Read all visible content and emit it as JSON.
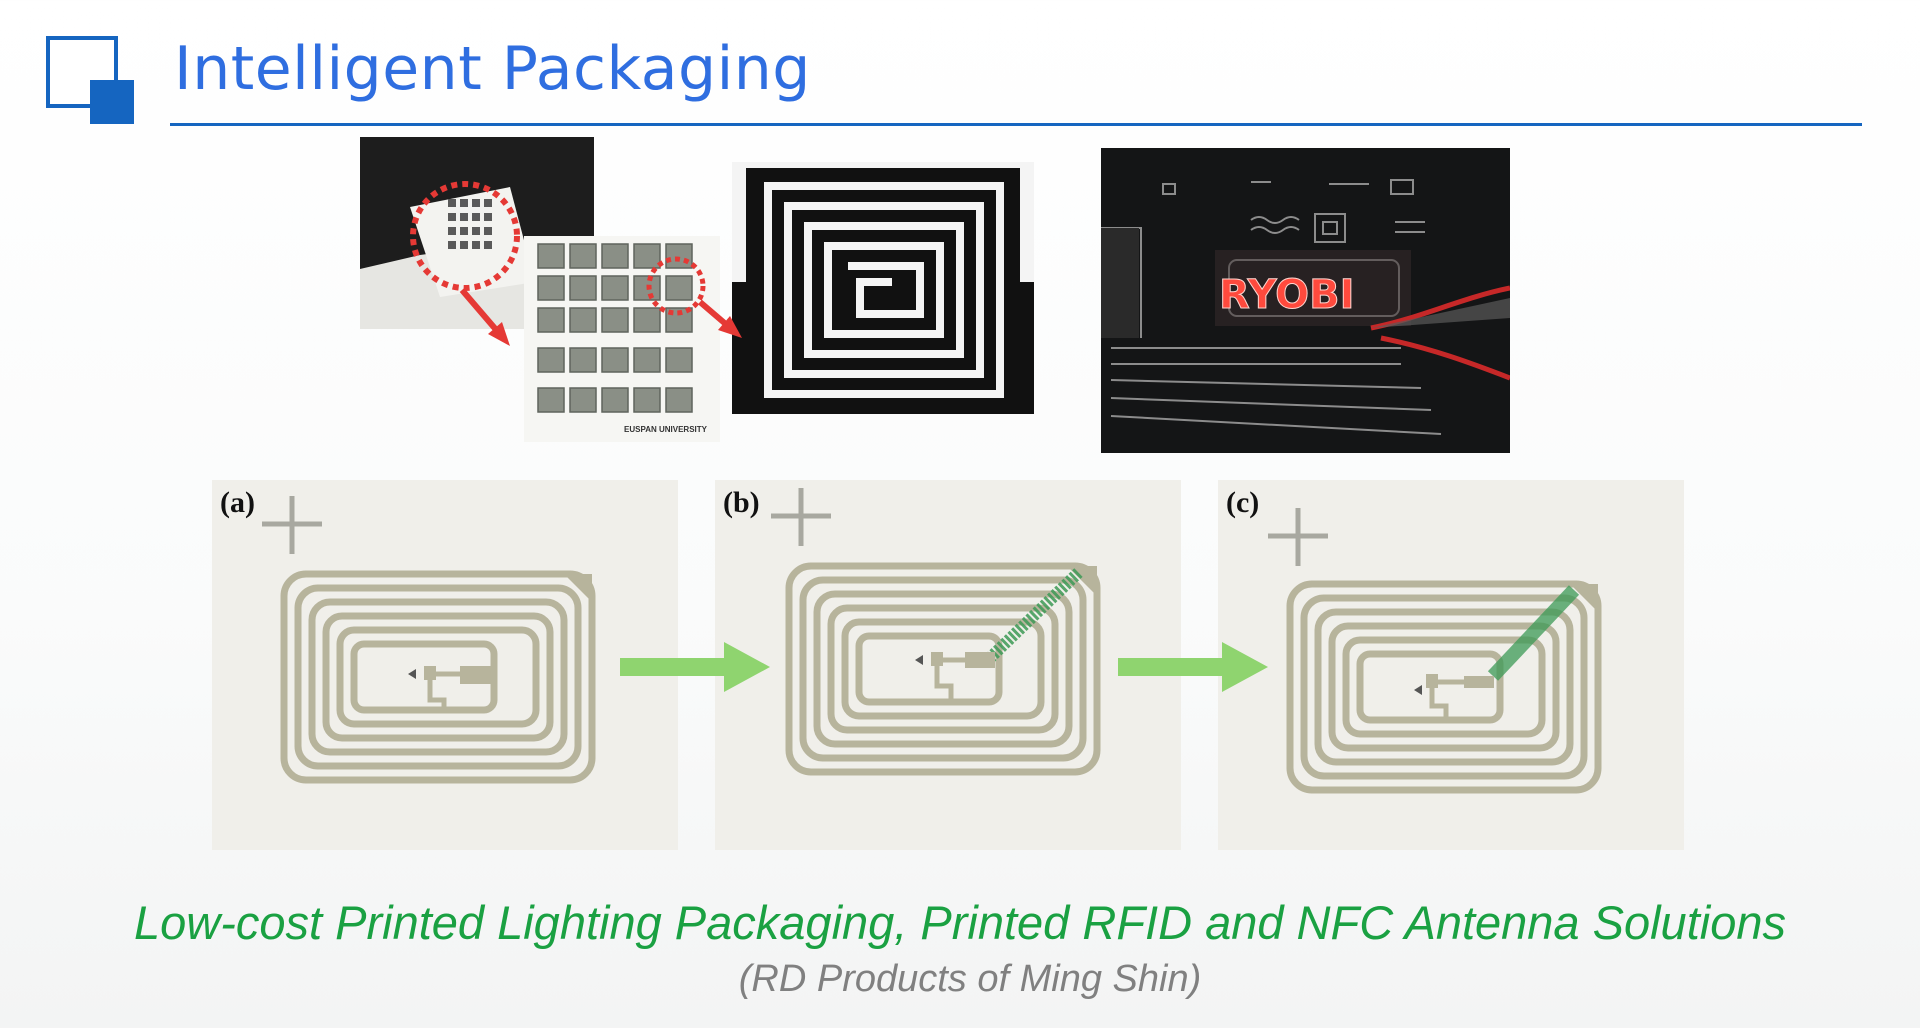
{
  "slide": {
    "title": "Intelligent Packaging",
    "caption": "Low-cost Printed Lighting Packaging, Printed RFID and NFC Antenna Solutions",
    "credit": "(RD Products of Ming Shin)"
  },
  "photos": {
    "sheet_label": "EUSPAN UNIVERSITY",
    "led_text": "RYOBI"
  },
  "panels": [
    {
      "label": "(a)"
    },
    {
      "label": "(b)"
    },
    {
      "label": "(c)"
    }
  ],
  "colors": {
    "title": "#2f6ee0",
    "rule": "#1565c0",
    "caption": "#1aa142",
    "credit": "#808080",
    "arrow_green": "#8fd46f",
    "annotation_red": "#e53935",
    "antenna_trace": "#b7b49c"
  }
}
